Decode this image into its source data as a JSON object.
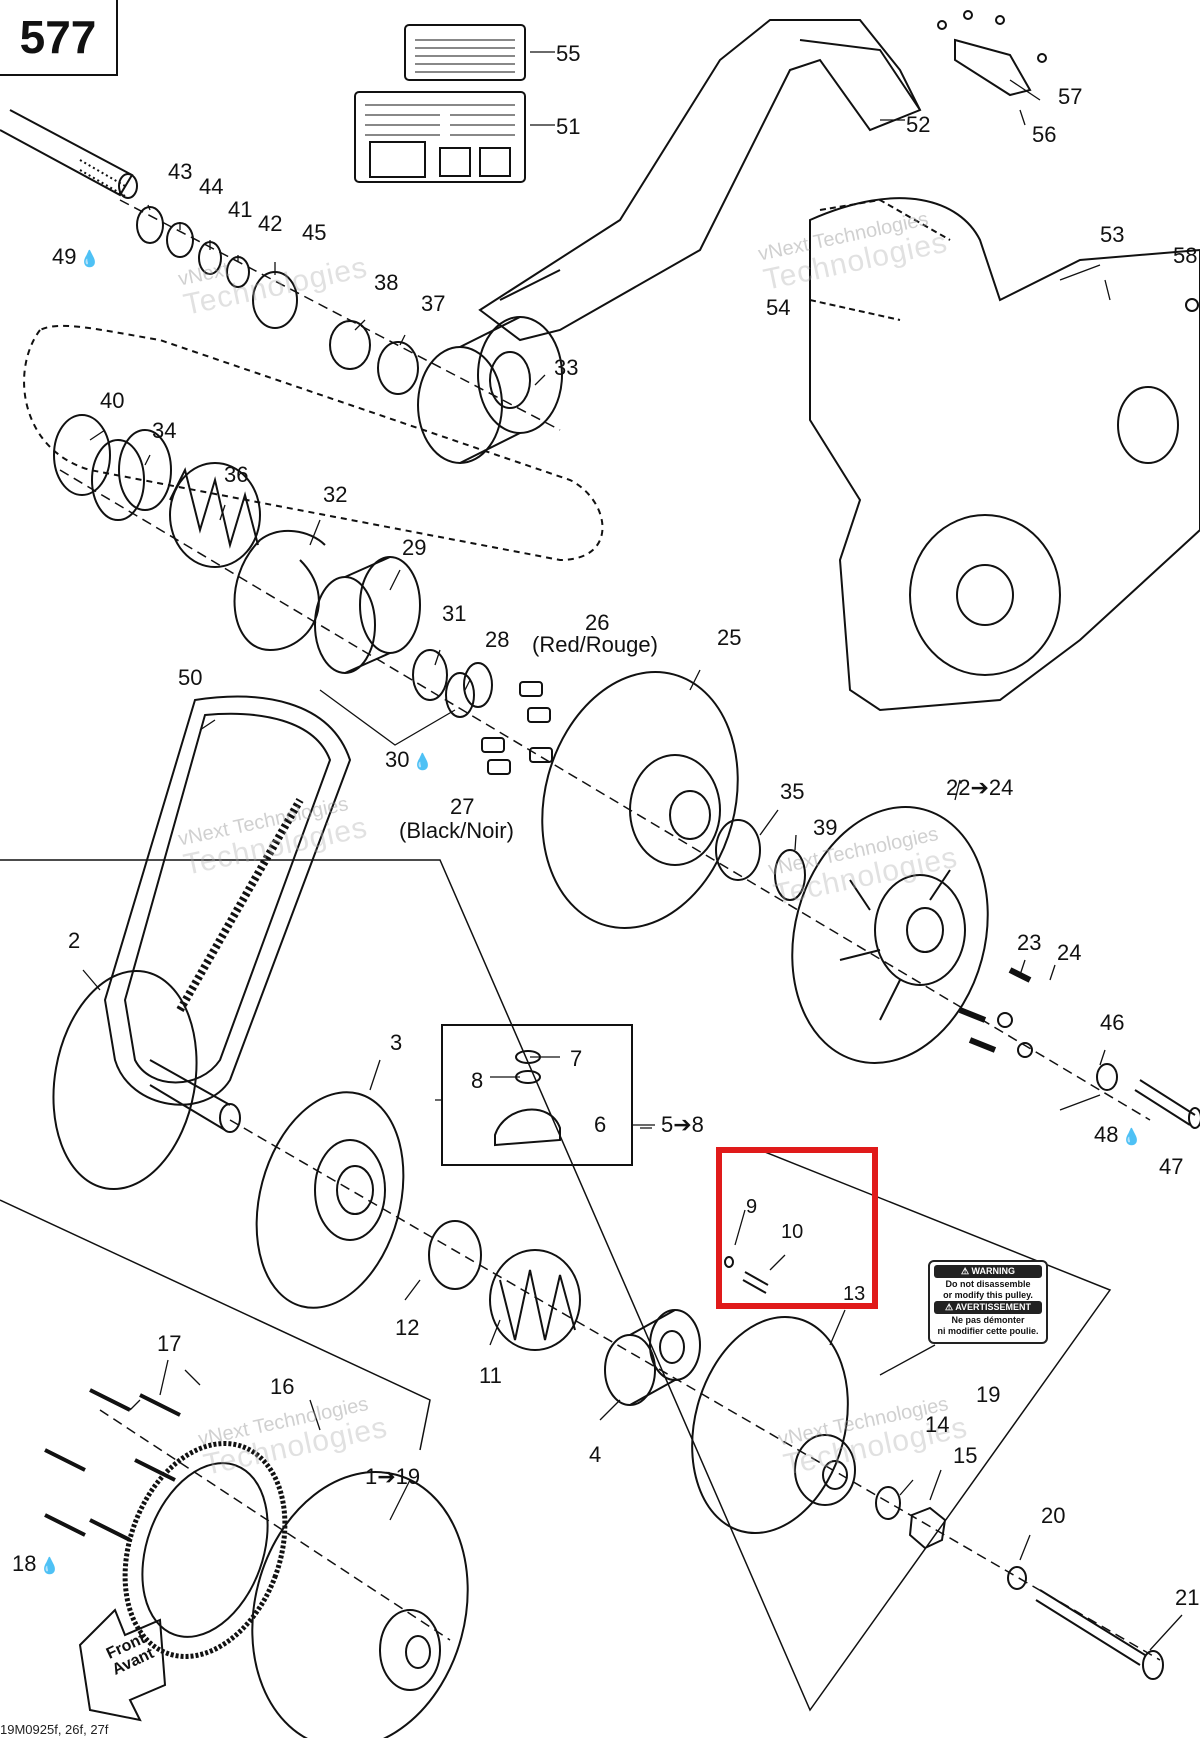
{
  "page_number": "577",
  "drawing_code": "19M0925f, 26f, 27f",
  "front_marker": {
    "line1": "Front",
    "line2": "Avant"
  },
  "watermark": {
    "line1": "vNext",
    "line2": "vNext Technologies",
    "line3": "Technologies"
  },
  "decal_19": {
    "warning": "⚠ WARNING",
    "warning_text_1": "Do not disassemble",
    "warning_text_2": "or modify this pulley.",
    "avertissement": "⚠ AVERTISSEMENT",
    "avert_text_1": "Ne pas démonter",
    "avert_text_2": "ni modifier cette poulie."
  },
  "callouts": {
    "c1_19": "1➔19",
    "c2": "2",
    "c3": "3",
    "c4": "4",
    "c5_8": "5➔8",
    "c6": "6",
    "c7": "7",
    "c8": "8",
    "c9": "9",
    "c10": "10",
    "c11": "11",
    "c12": "12",
    "c13": "13",
    "c14": "14",
    "c15": "15",
    "c16": "16",
    "c17": "17",
    "c18": "18",
    "c19": "19",
    "c20": "20",
    "c21": "21",
    "c22_24": "22➔24",
    "c23": "23",
    "c24": "24",
    "c25": "25",
    "c26": "26",
    "c26_note": "(Red/Rouge)",
    "c27": "27",
    "c27_note": "(Black/Noir)",
    "c28": "28",
    "c29": "29",
    "c30": "30",
    "c31": "31",
    "c32": "32",
    "c33": "33",
    "c34": "34",
    "c35": "35",
    "c36": "36",
    "c37": "37",
    "c38": "38",
    "c39": "39",
    "c40": "40",
    "c41": "41",
    "c42": "42",
    "c43": "43",
    "c44": "44",
    "c45": "45",
    "c46": "46",
    "c47": "47",
    "c48": "48",
    "c49": "49",
    "c50": "50",
    "c51": "51",
    "c52": "52",
    "c53": "53",
    "c54": "54",
    "c55": "55",
    "c56": "56",
    "c57": "57",
    "c58": "58"
  },
  "lube_icon": "💧"
}
